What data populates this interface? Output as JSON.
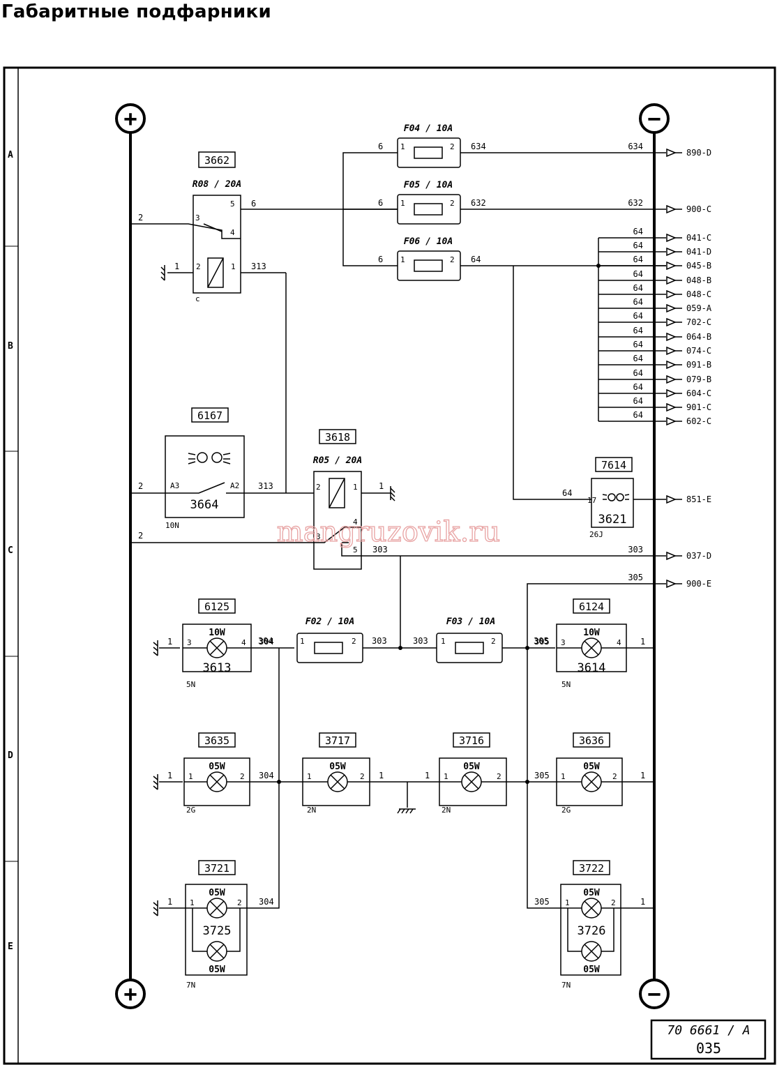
{
  "title": "Габаритные подфарники",
  "watermark": "mangruzovik.ru",
  "stamp": {
    "doc": "70 6661 / A",
    "sheet": "035"
  },
  "row_labels": [
    "A",
    "B",
    "C",
    "D",
    "E"
  ],
  "bus": {
    "plus": "+",
    "minus": "−"
  },
  "fuses": [
    {
      "id": "f04",
      "label": "F04 / 10A",
      "pin1": "1",
      "pin2": "2",
      "in": "6",
      "out": "634"
    },
    {
      "id": "f05",
      "label": "F05 / 10A",
      "pin1": "1",
      "pin2": "2",
      "in": "6",
      "out": "632"
    },
    {
      "id": "f06",
      "label": "F06 / 10A",
      "pin1": "1",
      "pin2": "2",
      "in": "6",
      "out": "64"
    },
    {
      "id": "f02",
      "label": "F02 / 10A",
      "pin1": "1",
      "pin2": "2",
      "in": "304",
      "out": "303"
    },
    {
      "id": "f03",
      "label": "F03 / 10A",
      "pin1": "1",
      "pin2": "2",
      "in": "303",
      "out": "305"
    }
  ],
  "outputs": [
    {
      "wire": "634",
      "ref": "890-D"
    },
    {
      "wire": "632",
      "ref": "900-C"
    },
    {
      "wire": "64",
      "ref": "041-C"
    },
    {
      "wire": "64",
      "ref": "041-D"
    },
    {
      "wire": "64",
      "ref": "045-B"
    },
    {
      "wire": "64",
      "ref": "048-B"
    },
    {
      "wire": "64",
      "ref": "048-C"
    },
    {
      "wire": "64",
      "ref": "059-A"
    },
    {
      "wire": "64",
      "ref": "702-C"
    },
    {
      "wire": "64",
      "ref": "064-B"
    },
    {
      "wire": "64",
      "ref": "074-C"
    },
    {
      "wire": "64",
      "ref": "091-B"
    },
    {
      "wire": "64",
      "ref": "079-B"
    },
    {
      "wire": "64",
      "ref": "604-C"
    },
    {
      "wire": "64",
      "ref": "901-C"
    },
    {
      "wire": "64",
      "ref": "602-C"
    },
    {
      "wire": "",
      "ref": "851-E"
    },
    {
      "wire": "303",
      "ref": "037-D"
    },
    {
      "wire": "305",
      "ref": "900-E"
    }
  ],
  "relay_3662": {
    "tag": "3662",
    "label": "R08 / 20A",
    "p1": "1",
    "p2": "2",
    "p3": "3",
    "p4": "4",
    "p5": "5",
    "w_in": "2",
    "w_gnd": "1",
    "w_out": "313",
    "w_5": "6",
    "sub": "c"
  },
  "switch_6167": {
    "tag": "6167",
    "code": "3664",
    "pin_a": "A3",
    "pin_b": "A2",
    "w_in": "2",
    "w_out": "313",
    "conn": "10N"
  },
  "relay_3618": {
    "tag": "3618",
    "label": "R05 / 20A",
    "p1": "1",
    "p2": "2",
    "p3": "3",
    "p4": "4",
    "p5": "5",
    "w_gnd": "1",
    "w_in": "2",
    "w_out": "303"
  },
  "tell_7614": {
    "tag": "7614",
    "code": "3621",
    "pin": "17",
    "w_in": "64",
    "conn": "26J"
  },
  "lamps": [
    {
      "id": "l3613",
      "tag": "6125",
      "code": "3613",
      "power": "10W",
      "pl": "3",
      "pr": "4",
      "wl": "1",
      "wr": "304",
      "conn": "5N"
    },
    {
      "id": "l3614",
      "tag": "6124",
      "code": "3614",
      "power": "10W",
      "pl": "3",
      "pr": "4",
      "wl": "305",
      "wr": "1",
      "conn": "5N"
    },
    {
      "id": "l3635",
      "tag": "3635",
      "code": "",
      "power": "05W",
      "pl": "1",
      "pr": "2",
      "wl": "1",
      "wr": "304",
      "conn": "2G"
    },
    {
      "id": "l3717",
      "tag": "3717",
      "code": "",
      "power": "05W",
      "pl": "1",
      "pr": "2",
      "wl": "",
      "wr": "1",
      "conn": "2N"
    },
    {
      "id": "l3716",
      "tag": "3716",
      "code": "",
      "power": "05W",
      "pl": "1",
      "pr": "2",
      "wl": "1",
      "wr": "",
      "conn": "2N"
    },
    {
      "id": "l3636",
      "tag": "3636",
      "code": "",
      "power": "05W",
      "pl": "1",
      "pr": "2",
      "wl": "305",
      "wr": "1",
      "conn": "2G"
    },
    {
      "id": "l3725",
      "tag": "3721",
      "code": "3725",
      "power": "05W",
      "power2": "05W",
      "pl": "1",
      "pr": "2",
      "wl": "1",
      "wr": "304",
      "conn": "7N"
    },
    {
      "id": "l3726",
      "tag": "3722",
      "code": "3726",
      "power": "05W",
      "power2": "05W",
      "pl": "1",
      "pr": "2",
      "wl": "305",
      "wr": "1",
      "conn": "7N"
    }
  ],
  "wire_2_c": "2"
}
